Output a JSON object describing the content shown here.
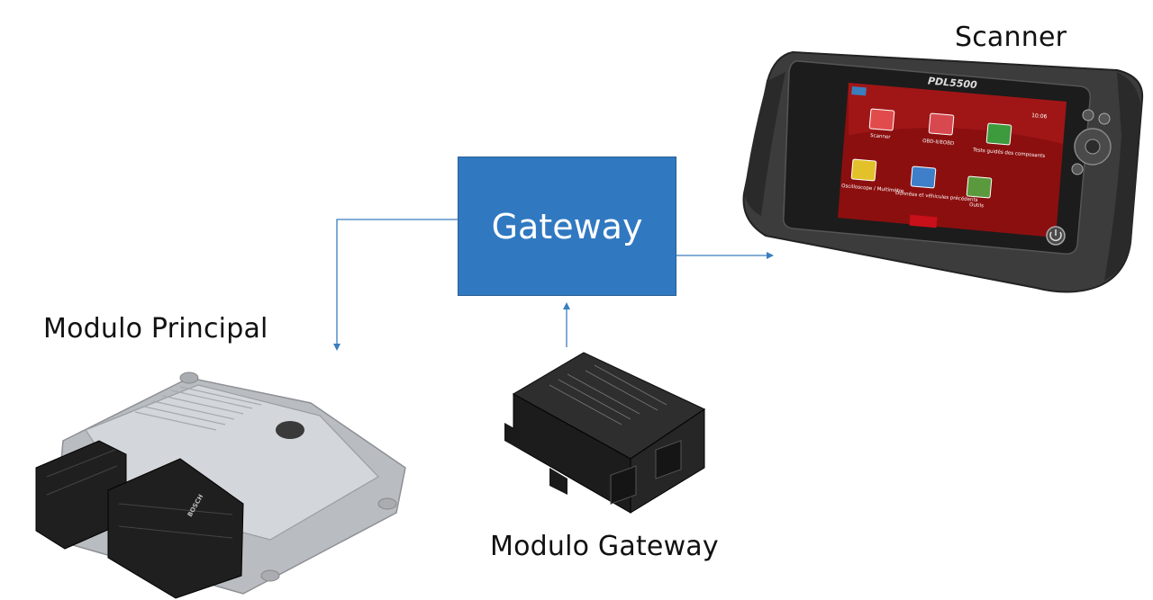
{
  "labels": {
    "scanner": "Scanner",
    "modulo_principal": "Modulo Principal",
    "modulo_gateway": "Modulo Gateway"
  },
  "gateway_box": {
    "label": "Gateway"
  },
  "scanner_device": {
    "brand_text": "PDL5500",
    "clock": "10:06",
    "apps": [
      "Scanner",
      "OBD-II/EOBD",
      "Tests guidés des composants",
      "Oscilloscope / Multimètre",
      "Données et véhicules précédents",
      "Outils"
    ]
  },
  "module_brand": "BOSCH",
  "colors": {
    "box_fill": "#3079c1",
    "box_border": "#2a5f95",
    "connector": "#3a7ebd",
    "device_dark": "#2b2b2b",
    "device_body": "#3c3c3c",
    "module_silver": "#c8cbcf"
  }
}
